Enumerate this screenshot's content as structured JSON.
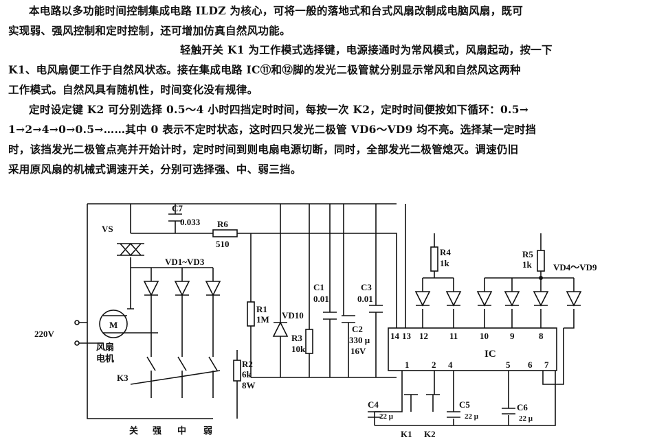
{
  "text_lines": [
    "本电路以多功能时间控制集成电路 ILDZ 为核心，可将一般的落地式和台式风扇改制成电脑风扇，既可",
    "实现弱、强风控制和定时控制，还可增加仿真自然风功能。",
    "轻触开关 K1 为工作模式选择键，电源接通时为常风模式，风扇起动，按一下",
    "K1、电风扇便工作于自然风状态。接在集成电路 IC⑪和⑫脚的发光二极管就分别显示常风和自然风这两种",
    "工作模式。自然风具有随机性，时间变化没有规律。",
    "定时设定键 K2 可分别选择 0.5～4 小时四挡定时时间，每按一次 K2，定时时间便按如下循环：0.5→",
    "1→2→4→0→0.5→……其中 0 表示不定时状态，这时四只发光二极管 VD6～VD9 均不亮。选择某一定时挡",
    "时，该挡发光二极管点亮并开始计时，定时时间到则电扇电源切断，同时，全部发光二极管熄灭。调速仍旧",
    "采用原风扇的机械式调速开关，分别可选择强、中、弱三挡。"
  ],
  "circuit": {
    "vs": "VS",
    "c7": "C7",
    "c7_val": "0.033",
    "r6": "R6",
    "r6_val": "510",
    "vd1_3": "VD1~VD3",
    "v220": "220V",
    "motor": "M",
    "fan1": "风扇",
    "fan2": "电机",
    "k3": "K3",
    "sw_off": "关",
    "sw_strong": "强",
    "sw_mid": "中",
    "sw_weak": "弱",
    "r1": "R1",
    "r1_val": "1M",
    "r2": "R2",
    "r2_val": "6k",
    "r2_w": "8W",
    "vd10": "VD10",
    "r3": "R3",
    "r3_val": "10k",
    "c1": "C1",
    "c1_val": "0.01",
    "c2": "C2",
    "c2_val": "330 μ",
    "c2_v": "16V",
    "c3": "C3",
    "c3_val": "0.01",
    "r4": "R4",
    "r4_val": "1k",
    "r5": "R5",
    "r5_val": "1k",
    "vd4_9": "VD4～VD9",
    "ic": "IC",
    "pins_top": [
      "14",
      "13",
      "12",
      "11",
      "10",
      "9",
      "8"
    ],
    "pins_bottom": [
      "1",
      "2",
      "4",
      "5",
      "6",
      "7"
    ],
    "c4": "C4",
    "c4_val": "22 μ",
    "c5": "C5",
    "c5_val": "22 μ",
    "c6": "C6",
    "c6_val": "22 μ",
    "k1": "K1",
    "k2": "K2"
  }
}
